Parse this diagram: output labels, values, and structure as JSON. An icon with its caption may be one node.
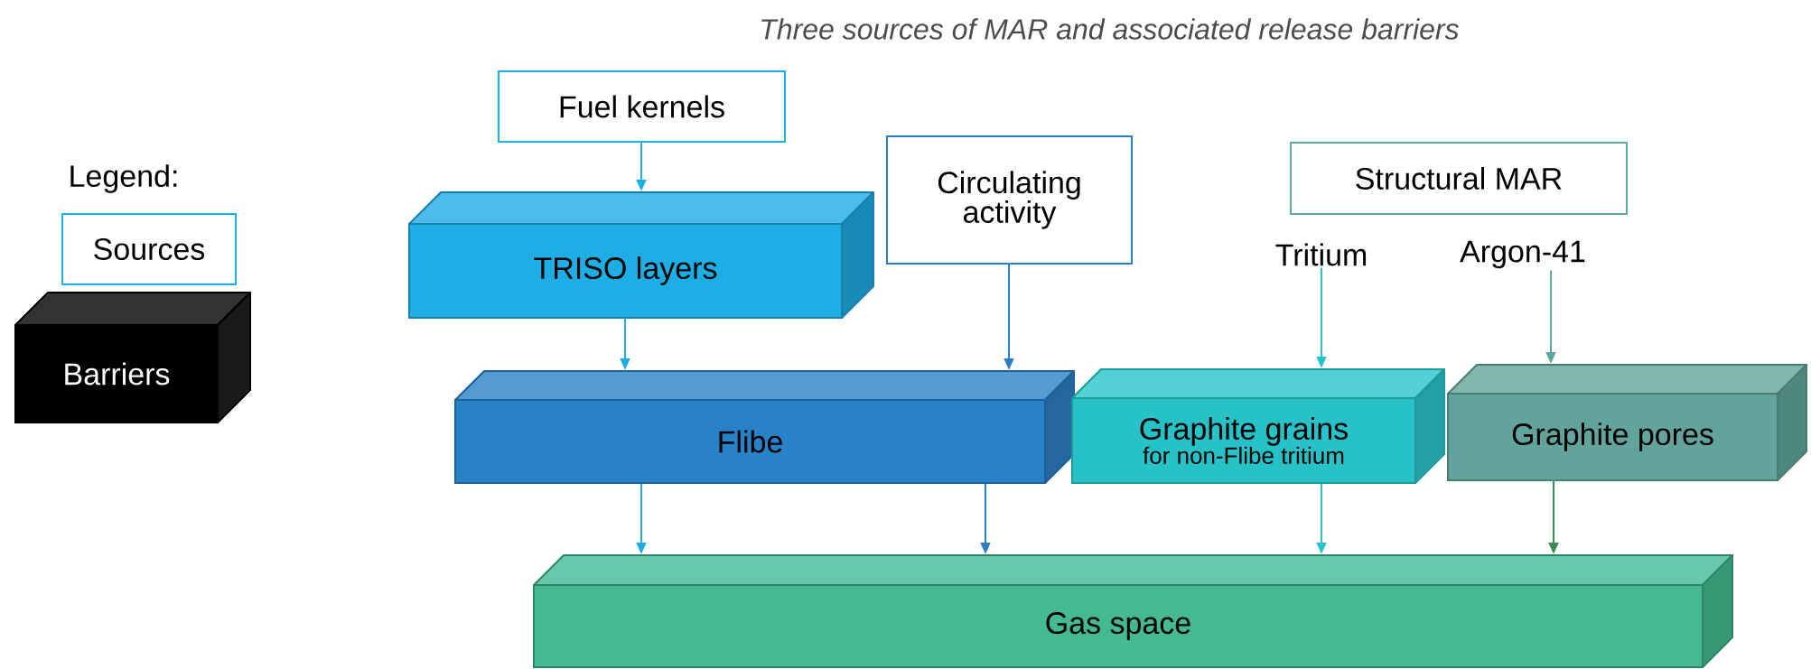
{
  "diagram": {
    "title": "Three sources of MAR and associated release barriers",
    "nodes": [
      {
        "text": [
          "Fuel kernels"
        ]
      },
      {
        "text": [
          "Circulating activity"
        ]
      },
      {
        "text": [
          "Structural MAR"
        ]
      },
      {
        "text": [
          "Sources"
        ]
      },
      {
        "text": [
          "TRISO layers"
        ]
      },
      {
        "text": [
          "Tritium"
        ]
      },
      {
        "text": [
          "Argon-41"
        ]
      },
      {
        "text": [
          "Barriers"
        ]
      },
      {
        "text": [
          "Flibe"
        ]
      },
      {
        "text": [
          "Graphite grains",
          "for non-Flibe tritium"
        ]
      },
      {
        "text": [
          "Graphite pores"
        ]
      },
      {
        "text": [
          "Gas space"
        ]
      }
    ],
    "edges": [
      {
        "from": 0,
        "to": 4,
        "arrow": "to",
        "color": "#1eaee6"
      },
      {
        "from": 4,
        "to": 8,
        "arrow": "to",
        "color": "#1eaee6"
      },
      {
        "from": 1,
        "to": 8,
        "arrow": "to",
        "color": "#2a7fc6"
      },
      {
        "from": 5,
        "to": 9,
        "arrow": "to",
        "color": "#27c2c8"
      },
      {
        "from": 6,
        "to": 10,
        "arrow": "to",
        "color": "#5aa8a0"
      },
      {
        "from": 8,
        "to": 11,
        "arrow": "to",
        "color": "#1eaee6"
      },
      {
        "from": 8,
        "to": 11,
        "arrow": "to",
        "color": "#2a7fc6"
      },
      {
        "from": 9,
        "to": 11,
        "arrow": "to",
        "color": "#27c2c8"
      },
      {
        "from": 10,
        "to": 11,
        "arrow": "to",
        "color": "#3a8a55"
      }
    ],
    "labels": [
      "Legend:"
    ]
  }
}
